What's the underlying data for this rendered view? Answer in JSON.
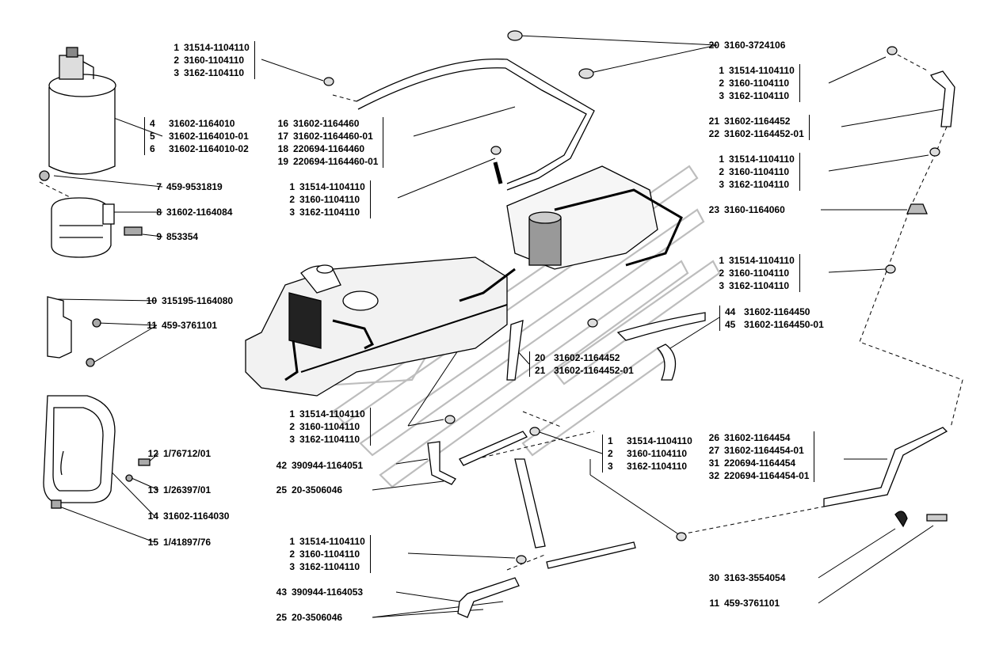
{
  "callouts": [
    {
      "id": "c1",
      "rows": [
        {
          "n": "1",
          "code": "31514-1104110"
        },
        {
          "n": "2",
          "code": "3160-1104110"
        },
        {
          "n": "3",
          "code": "3162-1104110"
        }
      ]
    },
    {
      "id": "c2",
      "rows": [
        {
          "n": "4",
          "code": "31602-1164010"
        },
        {
          "n": "5",
          "code": "31602-1164010-01"
        },
        {
          "n": "6",
          "code": "31602-1164010-02"
        }
      ]
    },
    {
      "id": "c3",
      "rows": [
        {
          "n": "7",
          "code": "459-9531819"
        }
      ]
    },
    {
      "id": "c4",
      "rows": [
        {
          "n": "8",
          "code": "31602-1164084"
        }
      ]
    },
    {
      "id": "c5",
      "rows": [
        {
          "n": "9",
          "code": "853354"
        }
      ]
    },
    {
      "id": "c6",
      "rows": [
        {
          "n": "10",
          "code": "315195-1164080"
        }
      ]
    },
    {
      "id": "c7",
      "rows": [
        {
          "n": "11",
          "code": "459-3761101"
        }
      ]
    },
    {
      "id": "c8",
      "rows": [
        {
          "n": "12",
          "code": "1/76712/01"
        }
      ]
    },
    {
      "id": "c9",
      "rows": [
        {
          "n": "13",
          "code": "1/26397/01"
        }
      ]
    },
    {
      "id": "c10",
      "rows": [
        {
          "n": "14",
          "code": "31602-1164030"
        }
      ]
    },
    {
      "id": "c11",
      "rows": [
        {
          "n": "15",
          "code": "1/41897/76"
        }
      ]
    },
    {
      "id": "c12",
      "rows": [
        {
          "n": "16",
          "code": "31602-1164460"
        },
        {
          "n": "17",
          "code": "31602-1164460-01"
        },
        {
          "n": "18",
          "code": "220694-1164460"
        },
        {
          "n": "19",
          "code": "220694-1164460-01"
        }
      ]
    },
    {
      "id": "c13",
      "rows": [
        {
          "n": "1",
          "code": "31514-1104110"
        },
        {
          "n": "2",
          "code": "3160-1104110"
        },
        {
          "n": "3",
          "code": "3162-1104110"
        }
      ]
    },
    {
      "id": "c14",
      "rows": [
        {
          "n": "20",
          "code": "3160-3724106"
        }
      ]
    },
    {
      "id": "c15",
      "rows": [
        {
          "n": "1",
          "code": "31514-1104110"
        },
        {
          "n": "2",
          "code": "3160-1104110"
        },
        {
          "n": "3",
          "code": "3162-1104110"
        }
      ]
    },
    {
      "id": "c16",
      "rows": [
        {
          "n": "21",
          "code": "31602-1164452"
        },
        {
          "n": "22",
          "code": "31602-1164452-01"
        }
      ]
    },
    {
      "id": "c17",
      "rows": [
        {
          "n": "1",
          "code": "31514-1104110"
        },
        {
          "n": "2",
          "code": "3160-1104110"
        },
        {
          "n": "3",
          "code": "3162-1104110"
        }
      ]
    },
    {
      "id": "c18",
      "rows": [
        {
          "n": "23",
          "code": "3160-1164060"
        }
      ]
    },
    {
      "id": "c19",
      "rows": [
        {
          "n": "1",
          "code": "31514-1104110"
        },
        {
          "n": "2",
          "code": "3160-1104110"
        },
        {
          "n": "3",
          "code": "3162-1104110"
        }
      ]
    },
    {
      "id": "c20",
      "rows": [
        {
          "n": "44",
          "code": "31602-1164450"
        },
        {
          "n": "45",
          "code": "31602-1164450-01"
        }
      ]
    },
    {
      "id": "c21",
      "rows": [
        {
          "n": "20",
          "code": "31602-1164452"
        },
        {
          "n": "21",
          "code": "31602-1164452-01"
        }
      ]
    },
    {
      "id": "c22",
      "rows": [
        {
          "n": "1",
          "code": "31514-1104110"
        },
        {
          "n": "2",
          "code": "3160-1104110"
        },
        {
          "n": "3",
          "code": "3162-1104110"
        }
      ]
    },
    {
      "id": "c23",
      "rows": [
        {
          "n": "1",
          "code": "31514-1104110"
        },
        {
          "n": "2",
          "code": "3160-1104110"
        },
        {
          "n": "3",
          "code": "3162-1104110"
        }
      ]
    },
    {
      "id": "c24",
      "rows": [
        {
          "n": "42",
          "code": "390944-1164051"
        }
      ]
    },
    {
      "id": "c25",
      "rows": [
        {
          "n": "25",
          "code": "20-3506046"
        }
      ]
    },
    {
      "id": "c26",
      "rows": [
        {
          "n": "26",
          "code": "31602-1164454"
        },
        {
          "n": "27",
          "code": "31602-1164454-01"
        },
        {
          "n": "31",
          "code": "220694-1164454"
        },
        {
          "n": "32",
          "code": "220694-1164454-01"
        }
      ]
    },
    {
      "id": "c27",
      "rows": [
        {
          "n": "1",
          "code": "31514-1104110"
        },
        {
          "n": "2",
          "code": "3160-1104110"
        },
        {
          "n": "3",
          "code": "3162-1104110"
        }
      ]
    },
    {
      "id": "c28",
      "rows": [
        {
          "n": "43",
          "code": "390944-1164053"
        }
      ]
    },
    {
      "id": "c29",
      "rows": [
        {
          "n": "25",
          "code": "20-3506046"
        }
      ]
    },
    {
      "id": "c30",
      "rows": [
        {
          "n": "30",
          "code": "3163-3554054"
        }
      ]
    },
    {
      "id": "c31",
      "rows": [
        {
          "n": "11",
          "code": "459-3761101"
        }
      ]
    }
  ]
}
